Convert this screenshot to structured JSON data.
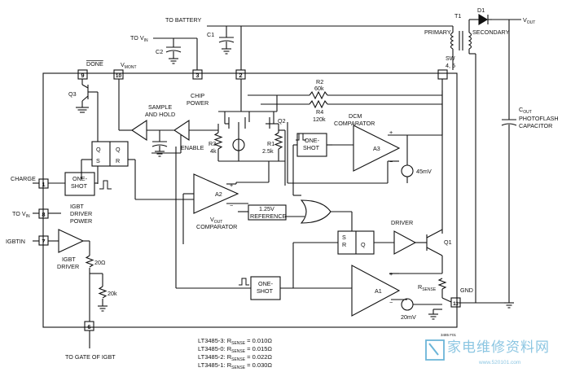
{
  "labels": {
    "to_battery": "TO BATTERY",
    "to_vin_top": "TO V",
    "in_sub": "IN",
    "c1": "C1",
    "c2": "C2",
    "t1": "T1",
    "d1": "D1",
    "vout": "V",
    "out_sub": "OUT",
    "primary": "PRIMARY",
    "secondary": "SECONDARY",
    "done": "DONE",
    "vmont": "V",
    "mont_sub": "MONT",
    "sw": "SW",
    "sw_pins": "4, 5",
    "chip_power_1": "CHIP",
    "chip_power_2": "POWER",
    "sample_hold_1": "SAMPLE",
    "sample_hold_2": "AND HOLD",
    "enable": "ENABLE",
    "q3": "Q3",
    "q2": "Q2",
    "r2": "R2",
    "r2v": "60k",
    "r4": "R4",
    "r4v": "120k",
    "dcm_1": "DCM",
    "dcm_2": "COMPARATOR",
    "r3": "R3",
    "r3v": "4k",
    "r1": "R1",
    "r1v": "2.5k",
    "one_shot_1": "ONE-",
    "one_shot_2": "SHOT",
    "a3": "A3",
    "v45": "45mV",
    "cout": "C",
    "cout_sub": "OUT",
    "photoflash_1": "PHOTOFLASH",
    "photoflash_2": "CAPACITOR",
    "charge": "CHARGE",
    "q": "Q",
    "s": "S",
    "r": "R",
    "a2": "A2",
    "ref": "1.25V",
    "ref2": "REFERENCE",
    "vout_comp_v": "V",
    "vout_comp_2": "COMPARATOR",
    "igbt_driver_1": "IGBT",
    "igbt_driver_2": "DRIVER",
    "igbt_driver_3": "POWER",
    "to_vin_left": "TO V",
    "igbtin": "IGBTIN",
    "igbt_drv_1": "IGBT",
    "igbt_drv_2": "DRIVER",
    "r20": "20Ω",
    "r20k": "20k",
    "driver": "DRIVER",
    "q1": "Q1",
    "a1": "A1",
    "rsense": "R",
    "rsense_sub": "SENSE",
    "v20": "20mV",
    "gnd": "GND",
    "to_gate": "TO GATE OF IGBT",
    "plus": "+",
    "minus": "−",
    "pin_9": "9",
    "pin_10": "10",
    "pin_3": "3",
    "pin_2": "2",
    "pin_1": "1",
    "pin_8": "8",
    "pin_7": "7",
    "pin_6": "6",
    "pin_11": "11",
    "fig_id": "3485 F01"
  },
  "rsense_table": [
    {
      "part": "LT3485-3: R",
      "sub": "SENSE",
      "val": " = 0.010Ω"
    },
    {
      "part": "LT3485-0: R",
      "sub": "SENSE",
      "val": " = 0.015Ω"
    },
    {
      "part": "LT3485-2: R",
      "sub": "SENSE",
      "val": " = 0.022Ω"
    },
    {
      "part": "LT3485-1: R",
      "sub": "SENSE",
      "val": " = 0.030Ω"
    }
  ],
  "watermark": {
    "text": "家电维修资料网",
    "url": "www.520101.com"
  }
}
